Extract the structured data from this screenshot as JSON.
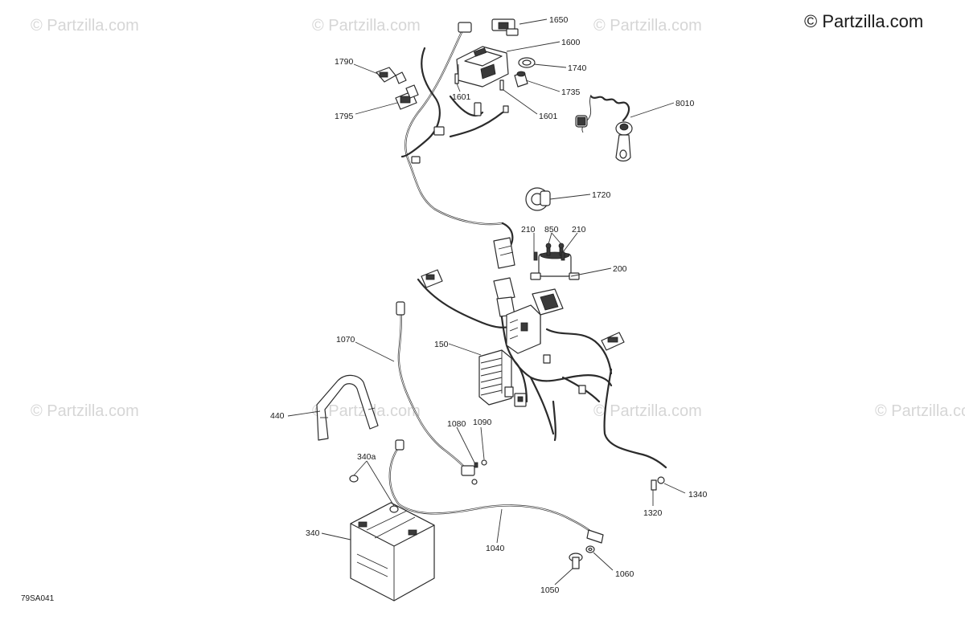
{
  "watermark": {
    "text": "© Partzilla.com",
    "corner_text": "© Partzilla.com"
  },
  "diagram_code": "79SA041",
  "callouts": {
    "c1650": "1650",
    "c1600": "1600",
    "c1740": "1740",
    "c1735": "1735",
    "c1790": "1790",
    "c1601a": "1601",
    "c1601b": "1601",
    "c1795": "1795",
    "c8010": "8010",
    "c1720": "1720",
    "c210a": "210",
    "c850": "850",
    "c210b": "210",
    "c200": "200",
    "c1070": "1070",
    "c150": "150",
    "c440": "440",
    "c1080": "1080",
    "c1090": "1090",
    "c340a": "340a",
    "c1340": "1340",
    "c1320": "1320",
    "c340": "340",
    "c1040": "1040",
    "c1060": "1060",
    "c1050": "1050"
  }
}
